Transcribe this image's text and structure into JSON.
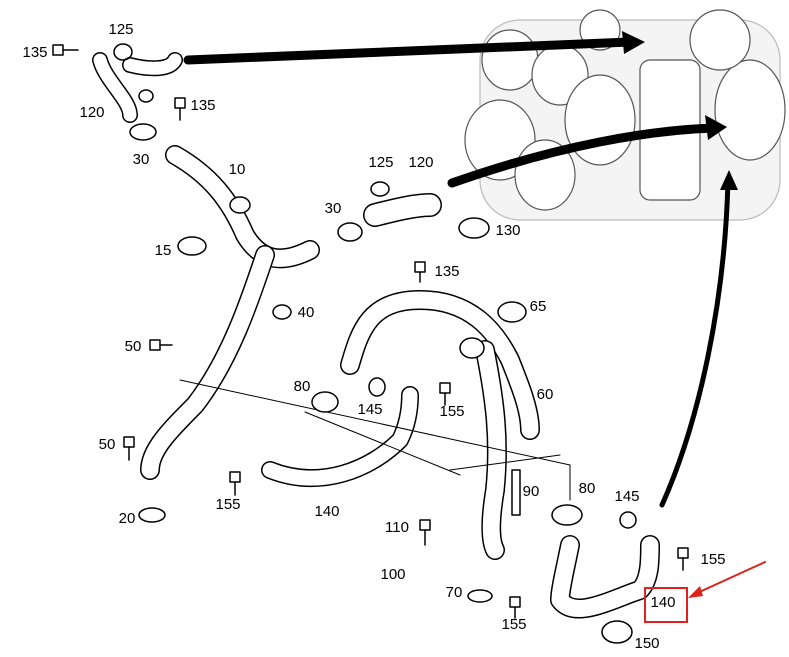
{
  "diagram": {
    "callouts": [
      {
        "id": "c1",
        "text": "135"
      },
      {
        "id": "c2",
        "text": "125"
      },
      {
        "id": "c3",
        "text": "120"
      },
      {
        "id": "c4",
        "text": "135"
      },
      {
        "id": "c5",
        "text": "30"
      },
      {
        "id": "c6",
        "text": "10"
      },
      {
        "id": "c7",
        "text": "125"
      },
      {
        "id": "c8",
        "text": "120"
      },
      {
        "id": "c9",
        "text": "30"
      },
      {
        "id": "c10",
        "text": "130"
      },
      {
        "id": "c11",
        "text": "15"
      },
      {
        "id": "c12",
        "text": "135"
      },
      {
        "id": "c13",
        "text": "40"
      },
      {
        "id": "c14",
        "text": "65"
      },
      {
        "id": "c15",
        "text": "50"
      },
      {
        "id": "c16",
        "text": "80"
      },
      {
        "id": "c17",
        "text": "145"
      },
      {
        "id": "c18",
        "text": "155"
      },
      {
        "id": "c19",
        "text": "60"
      },
      {
        "id": "c20",
        "text": "50"
      },
      {
        "id": "c21",
        "text": "20"
      },
      {
        "id": "c22",
        "text": "155"
      },
      {
        "id": "c23",
        "text": "140"
      },
      {
        "id": "c24",
        "text": "90"
      },
      {
        "id": "c25",
        "text": "80"
      },
      {
        "id": "c26",
        "text": "145"
      },
      {
        "id": "c27",
        "text": "110"
      },
      {
        "id": "c28",
        "text": "155"
      },
      {
        "id": "c29",
        "text": "100"
      },
      {
        "id": "c30",
        "text": "70"
      },
      {
        "id": "c31",
        "text": "155"
      },
      {
        "id": "c32",
        "text": "150"
      }
    ],
    "highlighted_callout": {
      "text": "140"
    },
    "highlight_color": "#e0201b"
  }
}
